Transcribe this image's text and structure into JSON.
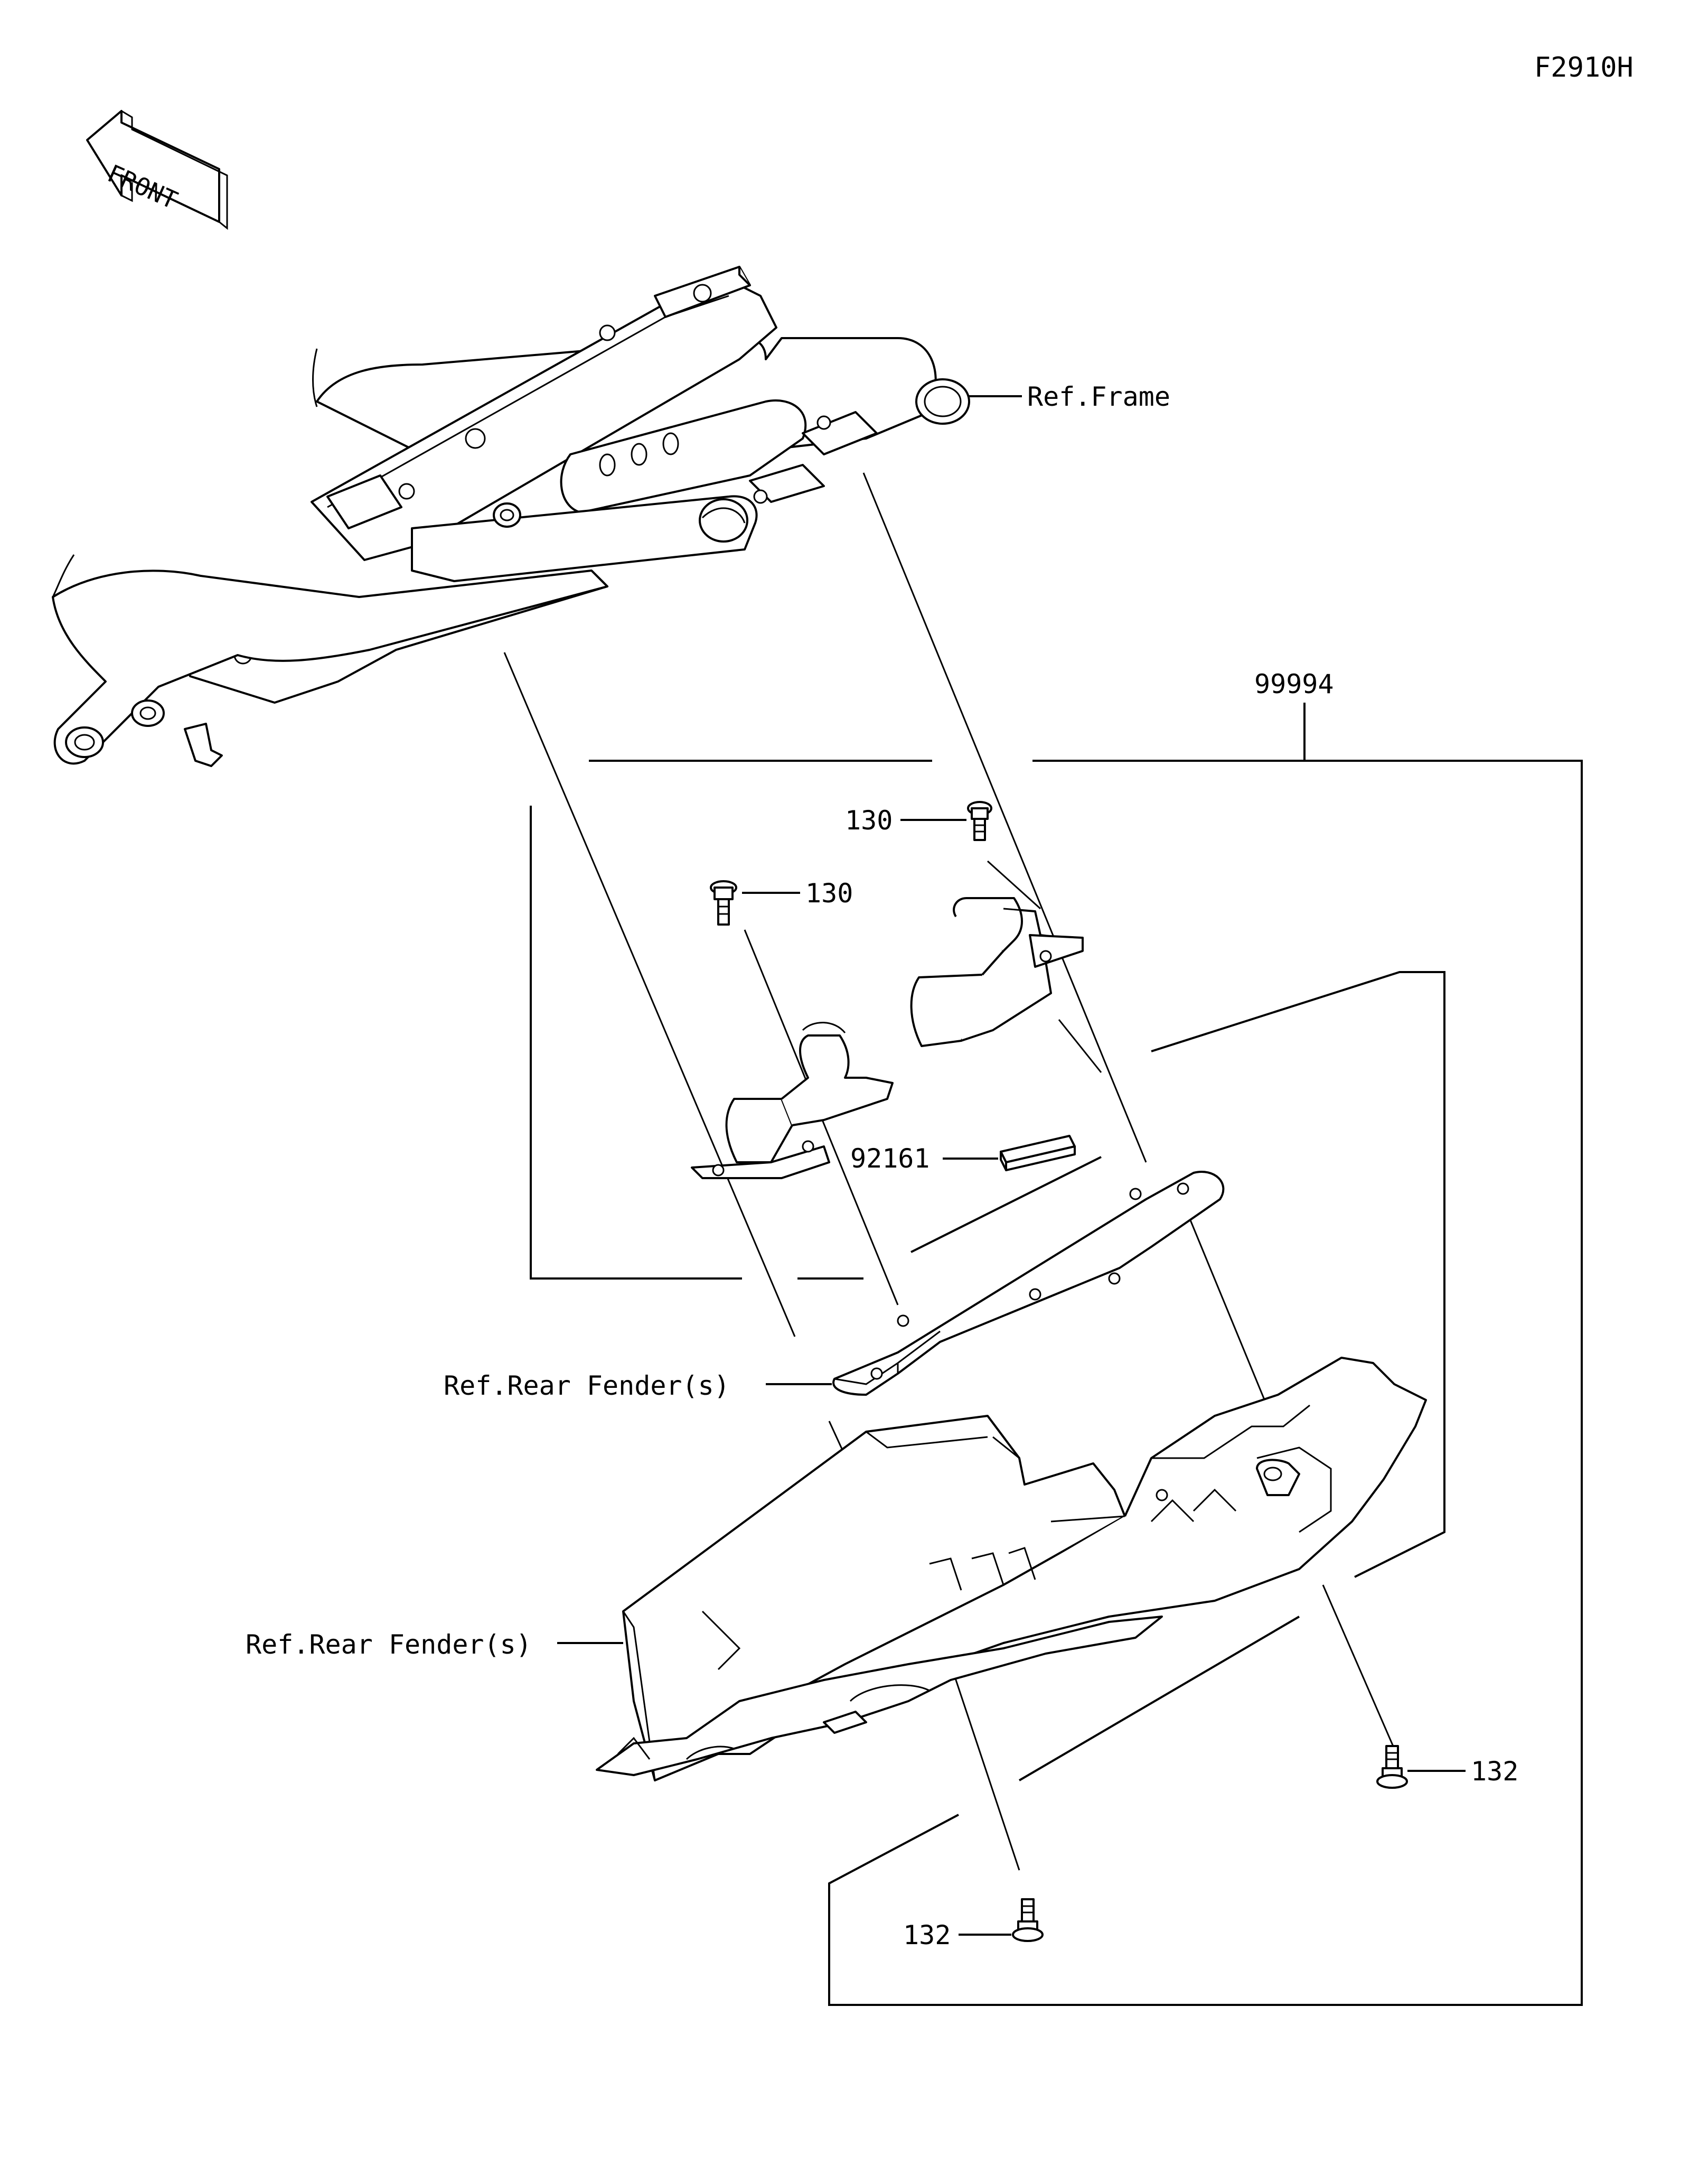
{
  "diagram_code": "F2910H",
  "front_arrow": {
    "label": "FRONT",
    "icon": "front-direction-arrow-icon"
  },
  "callouts": {
    "ref_frame": "Ref.Frame",
    "assembly": "99994",
    "bolt_130_upper": "130",
    "bolt_130_left": "130",
    "spacer_92161": "92161",
    "ref_rear_fender_upper": "Ref.Rear Fender(s)",
    "ref_rear_fender_lower": "Ref.Rear Fender(s)",
    "bolt_132_right": "132",
    "bolt_132_bottom": "132"
  },
  "colors": {
    "line": "#000000",
    "background": "#ffffff"
  }
}
